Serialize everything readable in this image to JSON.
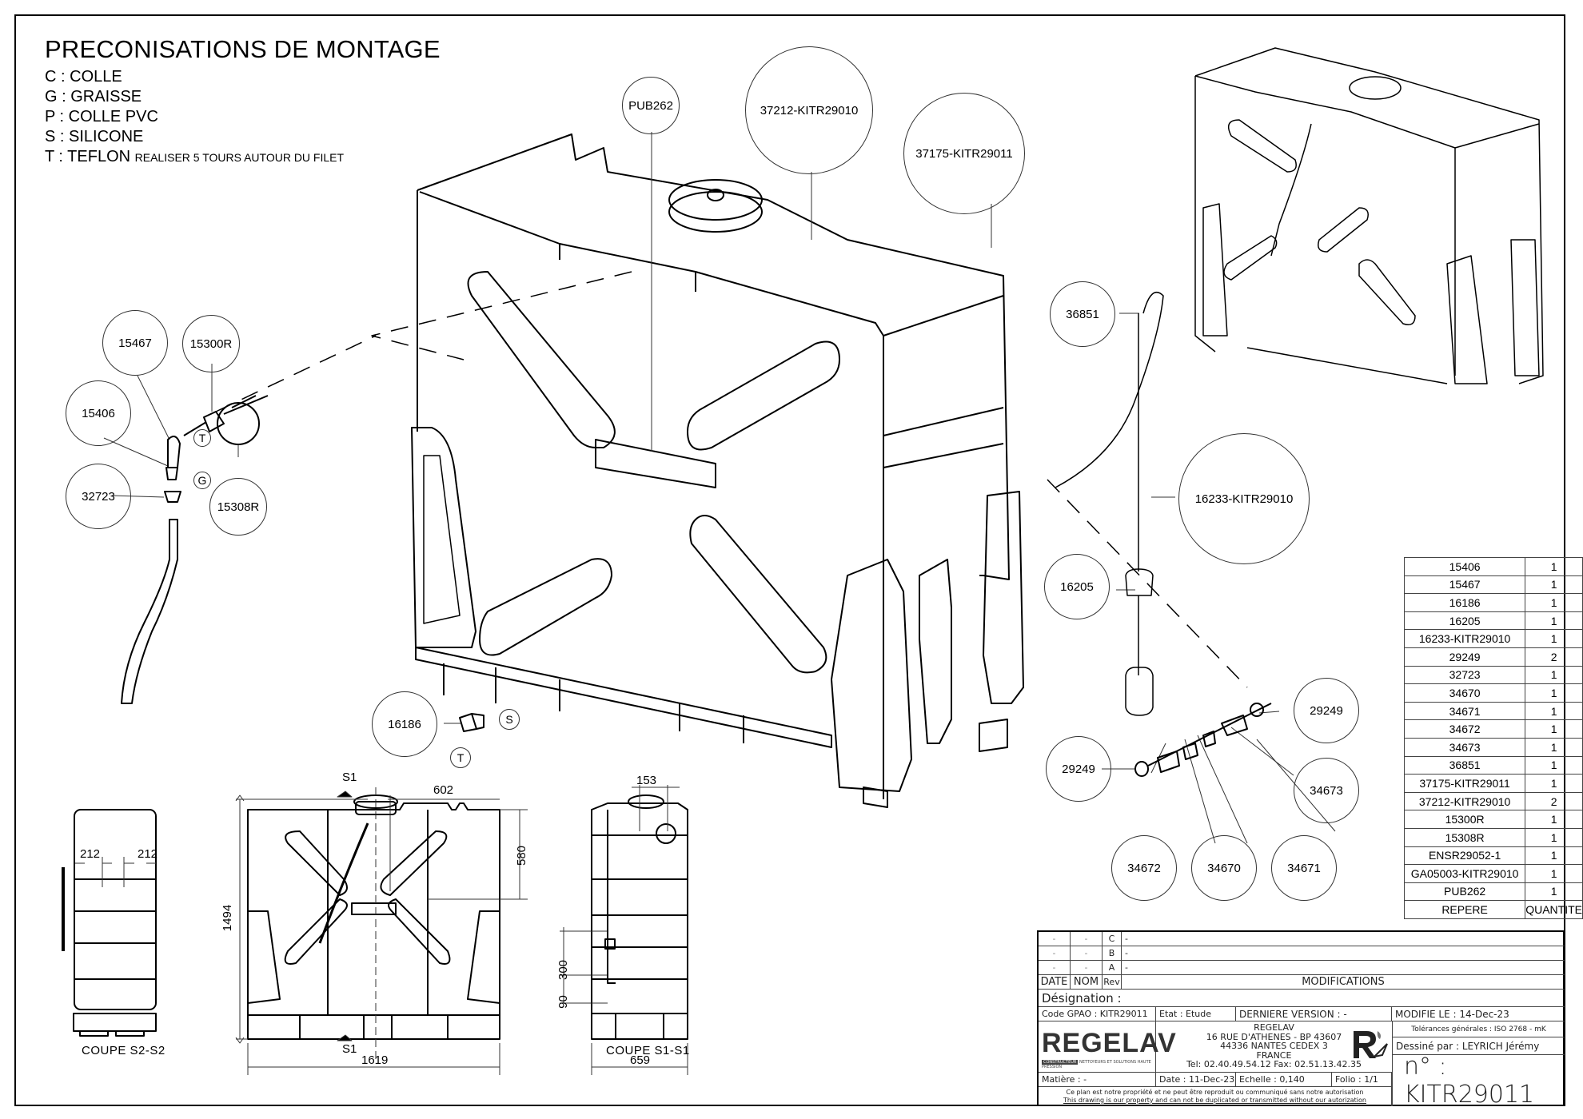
{
  "header": {
    "title": "PRECONISATIONS DE MONTAGE",
    "legend": [
      {
        "code": "C",
        "label": "COLLE",
        "note": ""
      },
      {
        "code": "G",
        "label": "GRAISSE",
        "note": ""
      },
      {
        "code": "P",
        "label": "COLLE PVC",
        "note": ""
      },
      {
        "code": "S",
        "label": "SILICONE",
        "note": ""
      },
      {
        "code": "T",
        "label": "TEFLON",
        "note": "REALISER 5 TOURS AUTOUR DU FILET"
      }
    ]
  },
  "callouts": {
    "pub262": "PUB262",
    "k37212": "37212-KITR29010",
    "k37175": "37175-KITR29011",
    "c15467": "15467",
    "c15300r": "15300R",
    "c15406": "15406",
    "c32723": "32723",
    "c15308r": "15308R",
    "c16186": "16186",
    "c36851": "36851",
    "c16233": "16233-KITR29010",
    "c16205": "16205",
    "c29249a": "29249",
    "c29249b": "29249",
    "c34673": "34673",
    "c34672": "34672",
    "c34670": "34670",
    "c34671": "34671",
    "mark_t1": "T",
    "mark_g": "G",
    "mark_s": "S",
    "mark_t2": "T"
  },
  "views": {
    "section_s2": "COUPE  S2-S2",
    "section_s1": "COUPE  S1-S1",
    "section_mark_top": "S1",
    "section_mark_bottom": "S1",
    "dimensions": {
      "d212a": "212",
      "d212b": "212",
      "d602": "602",
      "d580": "580",
      "d1494": "1494",
      "d1619": "1619",
      "d153": "153",
      "d300": "300",
      "d90": "90",
      "d659": "659"
    }
  },
  "bom": {
    "rows": [
      {
        "ref": "15406",
        "qty": "1"
      },
      {
        "ref": "15467",
        "qty": "1"
      },
      {
        "ref": "16186",
        "qty": "1"
      },
      {
        "ref": "16205",
        "qty": "1"
      },
      {
        "ref": "16233-KITR29010",
        "qty": "1"
      },
      {
        "ref": "29249",
        "qty": "2"
      },
      {
        "ref": "32723",
        "qty": "1"
      },
      {
        "ref": "34670",
        "qty": "1"
      },
      {
        "ref": "34671",
        "qty": "1"
      },
      {
        "ref": "34672",
        "qty": "1"
      },
      {
        "ref": "34673",
        "qty": "1"
      },
      {
        "ref": "36851",
        "qty": "1"
      },
      {
        "ref": "37175-KITR29011",
        "qty": "1"
      },
      {
        "ref": "37212-KITR29010",
        "qty": "2"
      },
      {
        "ref": "15300R",
        "qty": "1"
      },
      {
        "ref": "15308R",
        "qty": "1"
      },
      {
        "ref": "ENSR29052-1",
        "qty": "1"
      },
      {
        "ref": "GA05003-KITR29010",
        "qty": "1"
      },
      {
        "ref": "PUB262",
        "qty": "1"
      }
    ],
    "header_ref": "REPERE",
    "header_qty": "QUANTITE"
  },
  "title_block": {
    "revisions": [
      {
        "date": "-",
        "nom": "-",
        "rev": "C",
        "mod": "-"
      },
      {
        "date": "-",
        "nom": "-",
        "rev": "B",
        "mod": "-"
      },
      {
        "date": "-",
        "nom": "-",
        "rev": "A",
        "mod": "-"
      }
    ],
    "col_date": "DATE",
    "col_nom": "NOM",
    "col_rev": "Rev",
    "col_mod": "MODIFICATIONS",
    "designation": "Désignation :",
    "code_gpao": "Code GPAO : KITR29011",
    "etat": "Etat : Etude",
    "derniere_version": "DERNIERE VERSION : -",
    "modifie_le": "MODIFIE LE : 14-Dec-23",
    "company_logo": "REGELAV",
    "company_logo_tag1": "CONSTRUCTEUR",
    "company_logo_tag2": "NETTOYEURS ET SOLUTIONS HAUTE PRESSION",
    "address": [
      "REGELAV",
      "16 RUE D'ATHENES - BP 43607",
      "44336 NANTES CEDEX 3",
      "FRANCE"
    ],
    "tel": "Tel:  02.40.49.54.12  Fax:  02.51.13.42.35",
    "tolerances": "Tolérances générales : ISO 2768 - mK",
    "dessine_par": "Dessiné par : LEYRICH Jérémy",
    "matiere": "Matière : -",
    "date": "Date : 11-Dec-23",
    "echelle": "Echelle : 0,140",
    "folio": "Folio : 1/1",
    "numero": "n° : KITR29011",
    "disclaimer_fr": "Ce plan est notre propriété et ne peut être reproduit ou communiqué sans notre autorisation",
    "disclaimer_en": "This drawing is our property and can not be duplicated or transmitted without our autorization"
  },
  "colors": {
    "line": "#000000",
    "thin": "#333333",
    "paper": "#ffffff"
  }
}
